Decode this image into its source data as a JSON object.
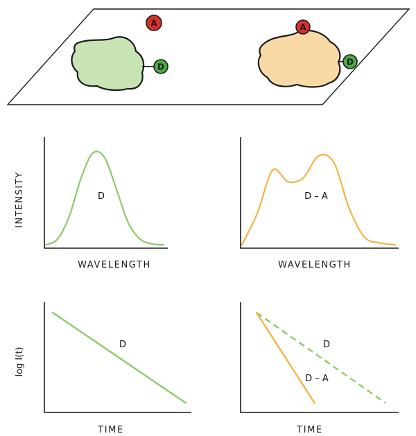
{
  "colors": {
    "green": "#8cc96a",
    "green_fill": "#c8e4b4",
    "orange": "#f3b343",
    "orange_fill": "#f9d9a6",
    "acceptor_red": "#d9302a",
    "donor_green": "#4bab3f",
    "outline": "#1a1a1a"
  },
  "scene": {
    "acceptor_label": "A",
    "donor_label": "D"
  },
  "panels": {
    "spectrum_donor": {
      "ylabel": "INTENSITY",
      "xlabel": "WAVELENGTH",
      "curve_label": "D"
    },
    "spectrum_pair": {
      "xlabel": "WAVELENGTH",
      "curve_label": "D – A"
    },
    "decay_donor": {
      "ylabel": "log I(t)",
      "xlabel": "TIME",
      "line_label": "D"
    },
    "decay_pair": {
      "xlabel": "TIME",
      "line_label_donor": "D",
      "line_label_pair": "D – A"
    }
  },
  "chart_data": [
    {
      "type": "line",
      "xlabel": "WAVELENGTH",
      "ylabel": "INTENSITY",
      "series": [
        {
          "name": "D",
          "x": [
            0.0,
            0.1,
            0.2,
            0.3,
            0.4,
            0.5,
            0.6,
            0.7,
            0.8,
            0.9,
            1.0
          ],
          "values": [
            0.02,
            0.08,
            0.32,
            0.72,
            0.98,
            0.93,
            0.6,
            0.25,
            0.08,
            0.03,
            0.02
          ]
        }
      ]
    },
    {
      "type": "line",
      "xlabel": "WAVELENGTH",
      "series": [
        {
          "name": "D – A",
          "x": [
            0.0,
            0.1,
            0.2,
            0.3,
            0.4,
            0.5,
            0.6,
            0.7,
            0.8,
            0.9,
            1.0
          ],
          "values": [
            0.02,
            0.35,
            0.8,
            0.68,
            0.72,
            0.95,
            0.88,
            0.4,
            0.1,
            0.04,
            0.02
          ]
        }
      ]
    },
    {
      "type": "line",
      "xlabel": "TIME",
      "ylabel": "log I(t)",
      "series": [
        {
          "name": "D",
          "x": [
            0.0,
            1.0
          ],
          "values": [
            1.0,
            0.02
          ]
        }
      ]
    },
    {
      "type": "line",
      "xlabel": "TIME",
      "series": [
        {
          "name": "D",
          "x": [
            0.0,
            1.0
          ],
          "values": [
            1.0,
            0.02
          ]
        },
        {
          "name": "D – A",
          "x": [
            0.0,
            0.45
          ],
          "values": [
            1.0,
            0.02
          ]
        }
      ]
    }
  ]
}
